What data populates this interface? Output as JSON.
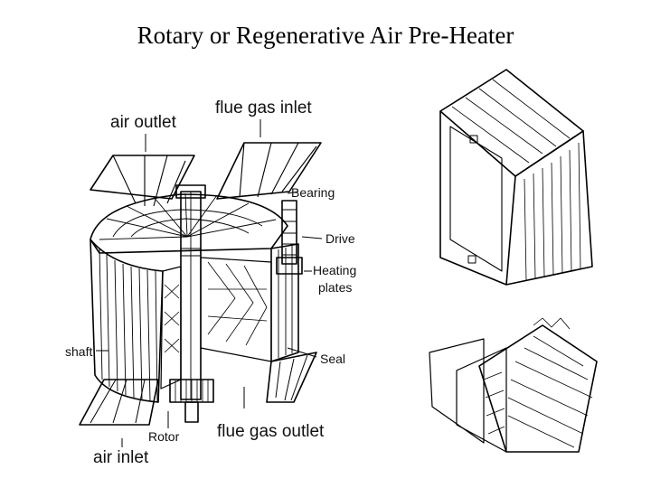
{
  "title": "Rotary or Regenerative Air Pre-Heater",
  "labels": {
    "air_outlet": "air outlet",
    "flue_gas_inlet": "flue gas inlet",
    "bearing": "Bearing",
    "drive": "Drive",
    "heating_plates_1": "Heating",
    "heating_plates_2": "plates",
    "shaft": "shaft",
    "seal": "Seal",
    "rotor": "Rotor",
    "flue_gas_outlet": "flue gas outlet",
    "air_inlet": "air inlet"
  }
}
